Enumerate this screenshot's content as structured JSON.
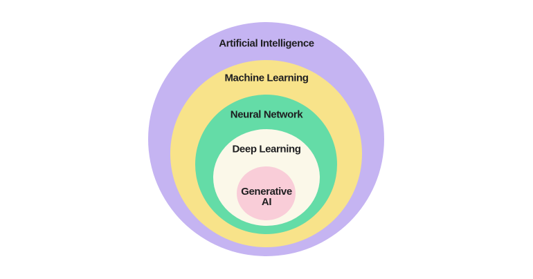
{
  "diagram": {
    "type": "nested-circles",
    "background": "#ffffff",
    "text_color": "#1e1e20",
    "rings": [
      {
        "id": "artificial-intelligence",
        "label": "Artificial Intelligence",
        "color": "#c5b4f2"
      },
      {
        "id": "machine-learning",
        "label": "Machine Learning",
        "color": "#f8e38a"
      },
      {
        "id": "neural-network",
        "label": "Neural Network",
        "color": "#64dca7"
      },
      {
        "id": "deep-learning",
        "label": "Deep Learning",
        "color": "#fbf8e9"
      },
      {
        "id": "generative-ai",
        "label": "Generative AI",
        "label_lines": [
          "Generative",
          "AI"
        ],
        "color": "#f9cdd8"
      }
    ]
  }
}
